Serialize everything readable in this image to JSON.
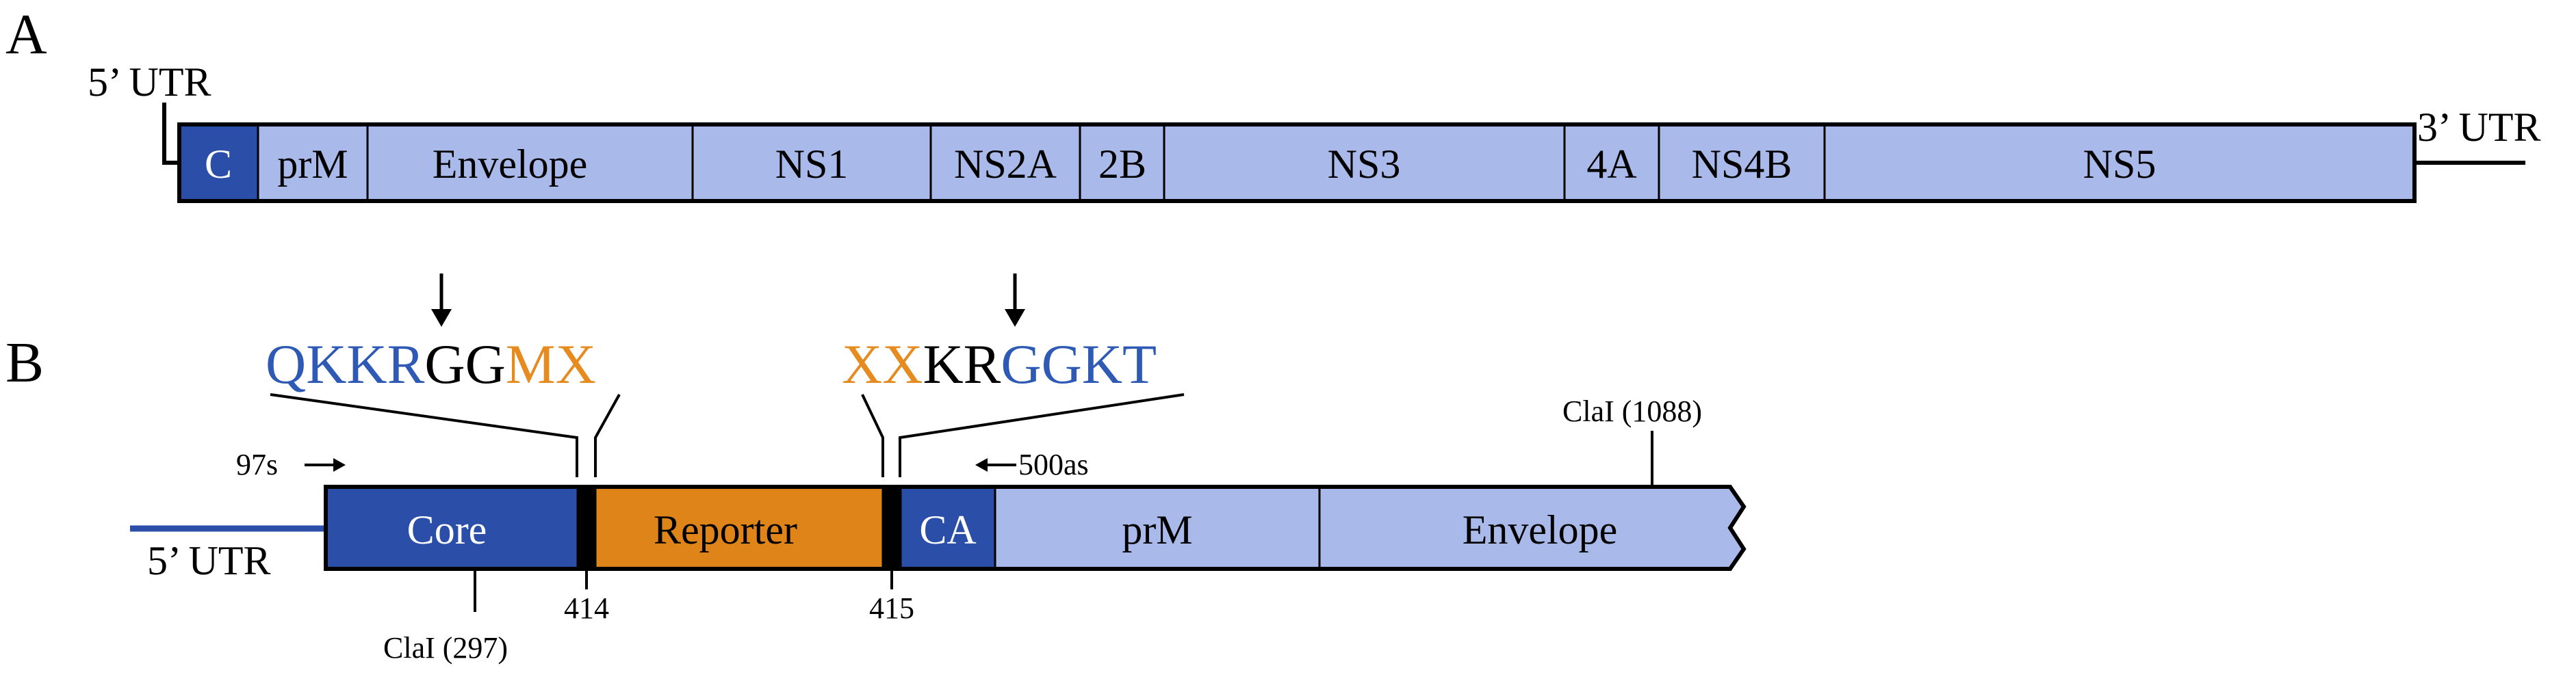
{
  "colors": {
    "light_segment": "#a8b9ea",
    "dark_segment": "#2b4fa8",
    "reporter": "#de8419",
    "linker": "#000000",
    "seq_blue": "#2e5ab5",
    "seq_orange": "#e58b1f",
    "utr_line_b": "#2b4fa8"
  },
  "panel_a": {
    "letter": "A",
    "utr5": "5’ UTR",
    "utr3": "3’ UTR",
    "segments": [
      "C",
      "prM",
      "Envelope",
      "NS1",
      "NS2A",
      "2B",
      "NS3",
      "4A",
      "NS4B",
      "NS5"
    ]
  },
  "panel_b": {
    "letter": "B",
    "utr5": "5’ UTR",
    "segments": [
      "Core",
      "Reporter",
      "CA",
      "prM",
      "Envelope"
    ],
    "cleavage_left": [
      {
        "text": "QKKR",
        "color": "blue"
      },
      {
        "text": "GG",
        "color": "black"
      },
      {
        "text": "MX",
        "color": "orange"
      }
    ],
    "cleavage_right": [
      {
        "text": "XX",
        "color": "orange"
      },
      {
        "text": "KR",
        "color": "black"
      },
      {
        "text": "GGKT",
        "color": "blue"
      }
    ],
    "primer_forward": "97s",
    "primer_reverse": "500as",
    "site_left": "414",
    "site_right": "415",
    "clai_top": "ClaI (1088)",
    "clai_bottom": "ClaI (297)",
    "arrow_glyph_right": "→",
    "arrow_glyph_left": "←"
  }
}
